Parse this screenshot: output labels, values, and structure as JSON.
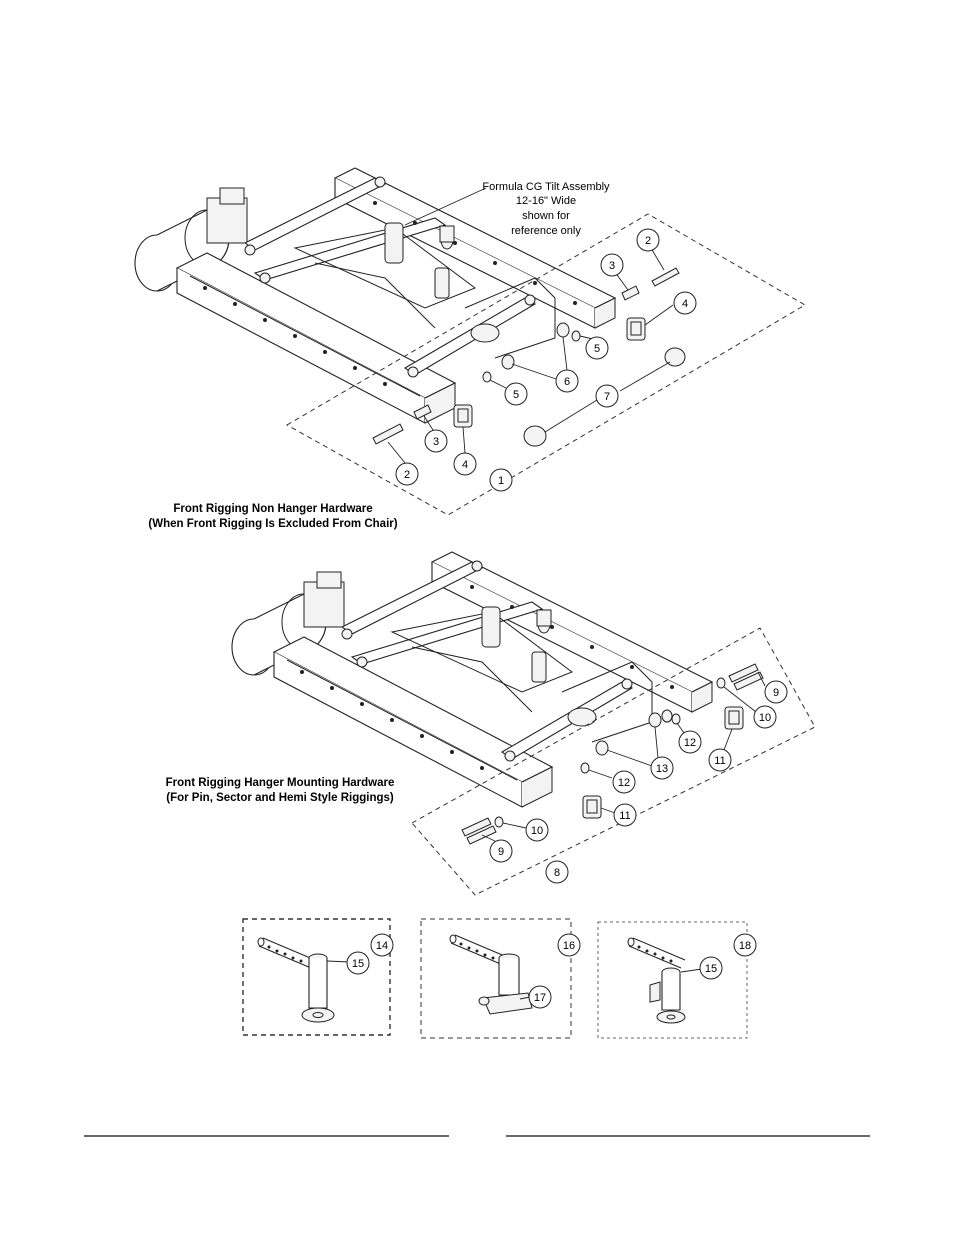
{
  "diagram": {
    "top_note": [
      "Formula CG Tilt Assembly",
      "12-16\" Wide",
      "shown for",
      "reference only"
    ],
    "top_caption": [
      "Front Rigging Non Hanger Hardware",
      "(When Front Rigging Is Excluded From Chair)"
    ],
    "middle_caption": [
      "Front Rigging Hanger Mounting Hardware",
      "(For Pin, Sector and Hemi Style Riggings)"
    ],
    "callouts_top": [
      "2",
      "3",
      "4",
      "5",
      "6",
      "5",
      "7",
      "3",
      "4",
      "2",
      "1"
    ],
    "callouts_middle": [
      "9",
      "10",
      "12",
      "13",
      "11",
      "12",
      "11",
      "10",
      "9",
      "8"
    ],
    "callouts_bottom": [
      "14",
      "15",
      "16",
      "17",
      "18",
      "15"
    ]
  }
}
